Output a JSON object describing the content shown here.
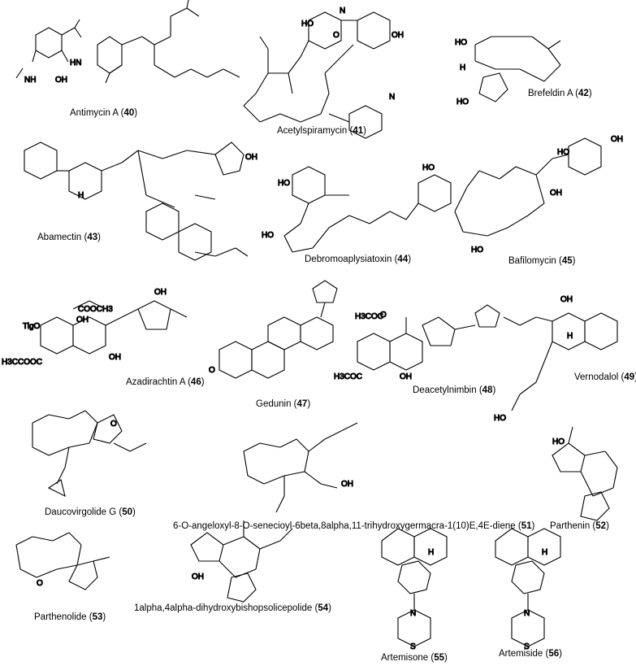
{
  "compounds": [
    {
      "name": "Antimycin A",
      "number": "40"
    },
    {
      "name": "Acetylspiramycin",
      "number": "41"
    },
    {
      "name": "Brefeldin A",
      "number": "42"
    },
    {
      "name": "Abamectin",
      "number": "43"
    },
    {
      "name": "Debromoaplysiatoxin",
      "number": "44"
    },
    {
      "name": "Bafilomycin",
      "number": "45"
    },
    {
      "name": "Azadirachtin A",
      "number": "46"
    },
    {
      "name": "Gedunin",
      "number": "47"
    },
    {
      "name": "Deacetylnimbin",
      "number": "48"
    },
    {
      "name": "Vernodalol",
      "number": "49"
    },
    {
      "name": "Daucovirgolide G",
      "number": "50"
    },
    {
      "name": "6-O-angeloxyl-8-O-senecioyl-6beta,8alpha,11-trihydroxygermacra-1(10)E,4E-diene",
      "number": "51"
    },
    {
      "name": "Parthenin",
      "number": "52"
    },
    {
      "name": "Parthenolide",
      "number": "53"
    },
    {
      "name": "1alpha,4alpha-dihydroxybishopsolicepolide",
      "number": "54"
    },
    {
      "name": "Artemisone",
      "number": "55"
    },
    {
      "name": "Artemiside",
      "number": "56"
    }
  ],
  "atom_labels": {
    "nh": "NH",
    "hn": "HN",
    "oh": "OH",
    "ho": "HO",
    "h": "H",
    "o": "O",
    "n": "N",
    "s": "S",
    "cooch3": "COOCH3",
    "h3ccoc": "H3COC",
    "h3ccooc": "H3CCOOC",
    "tigo": "TigO"
  }
}
